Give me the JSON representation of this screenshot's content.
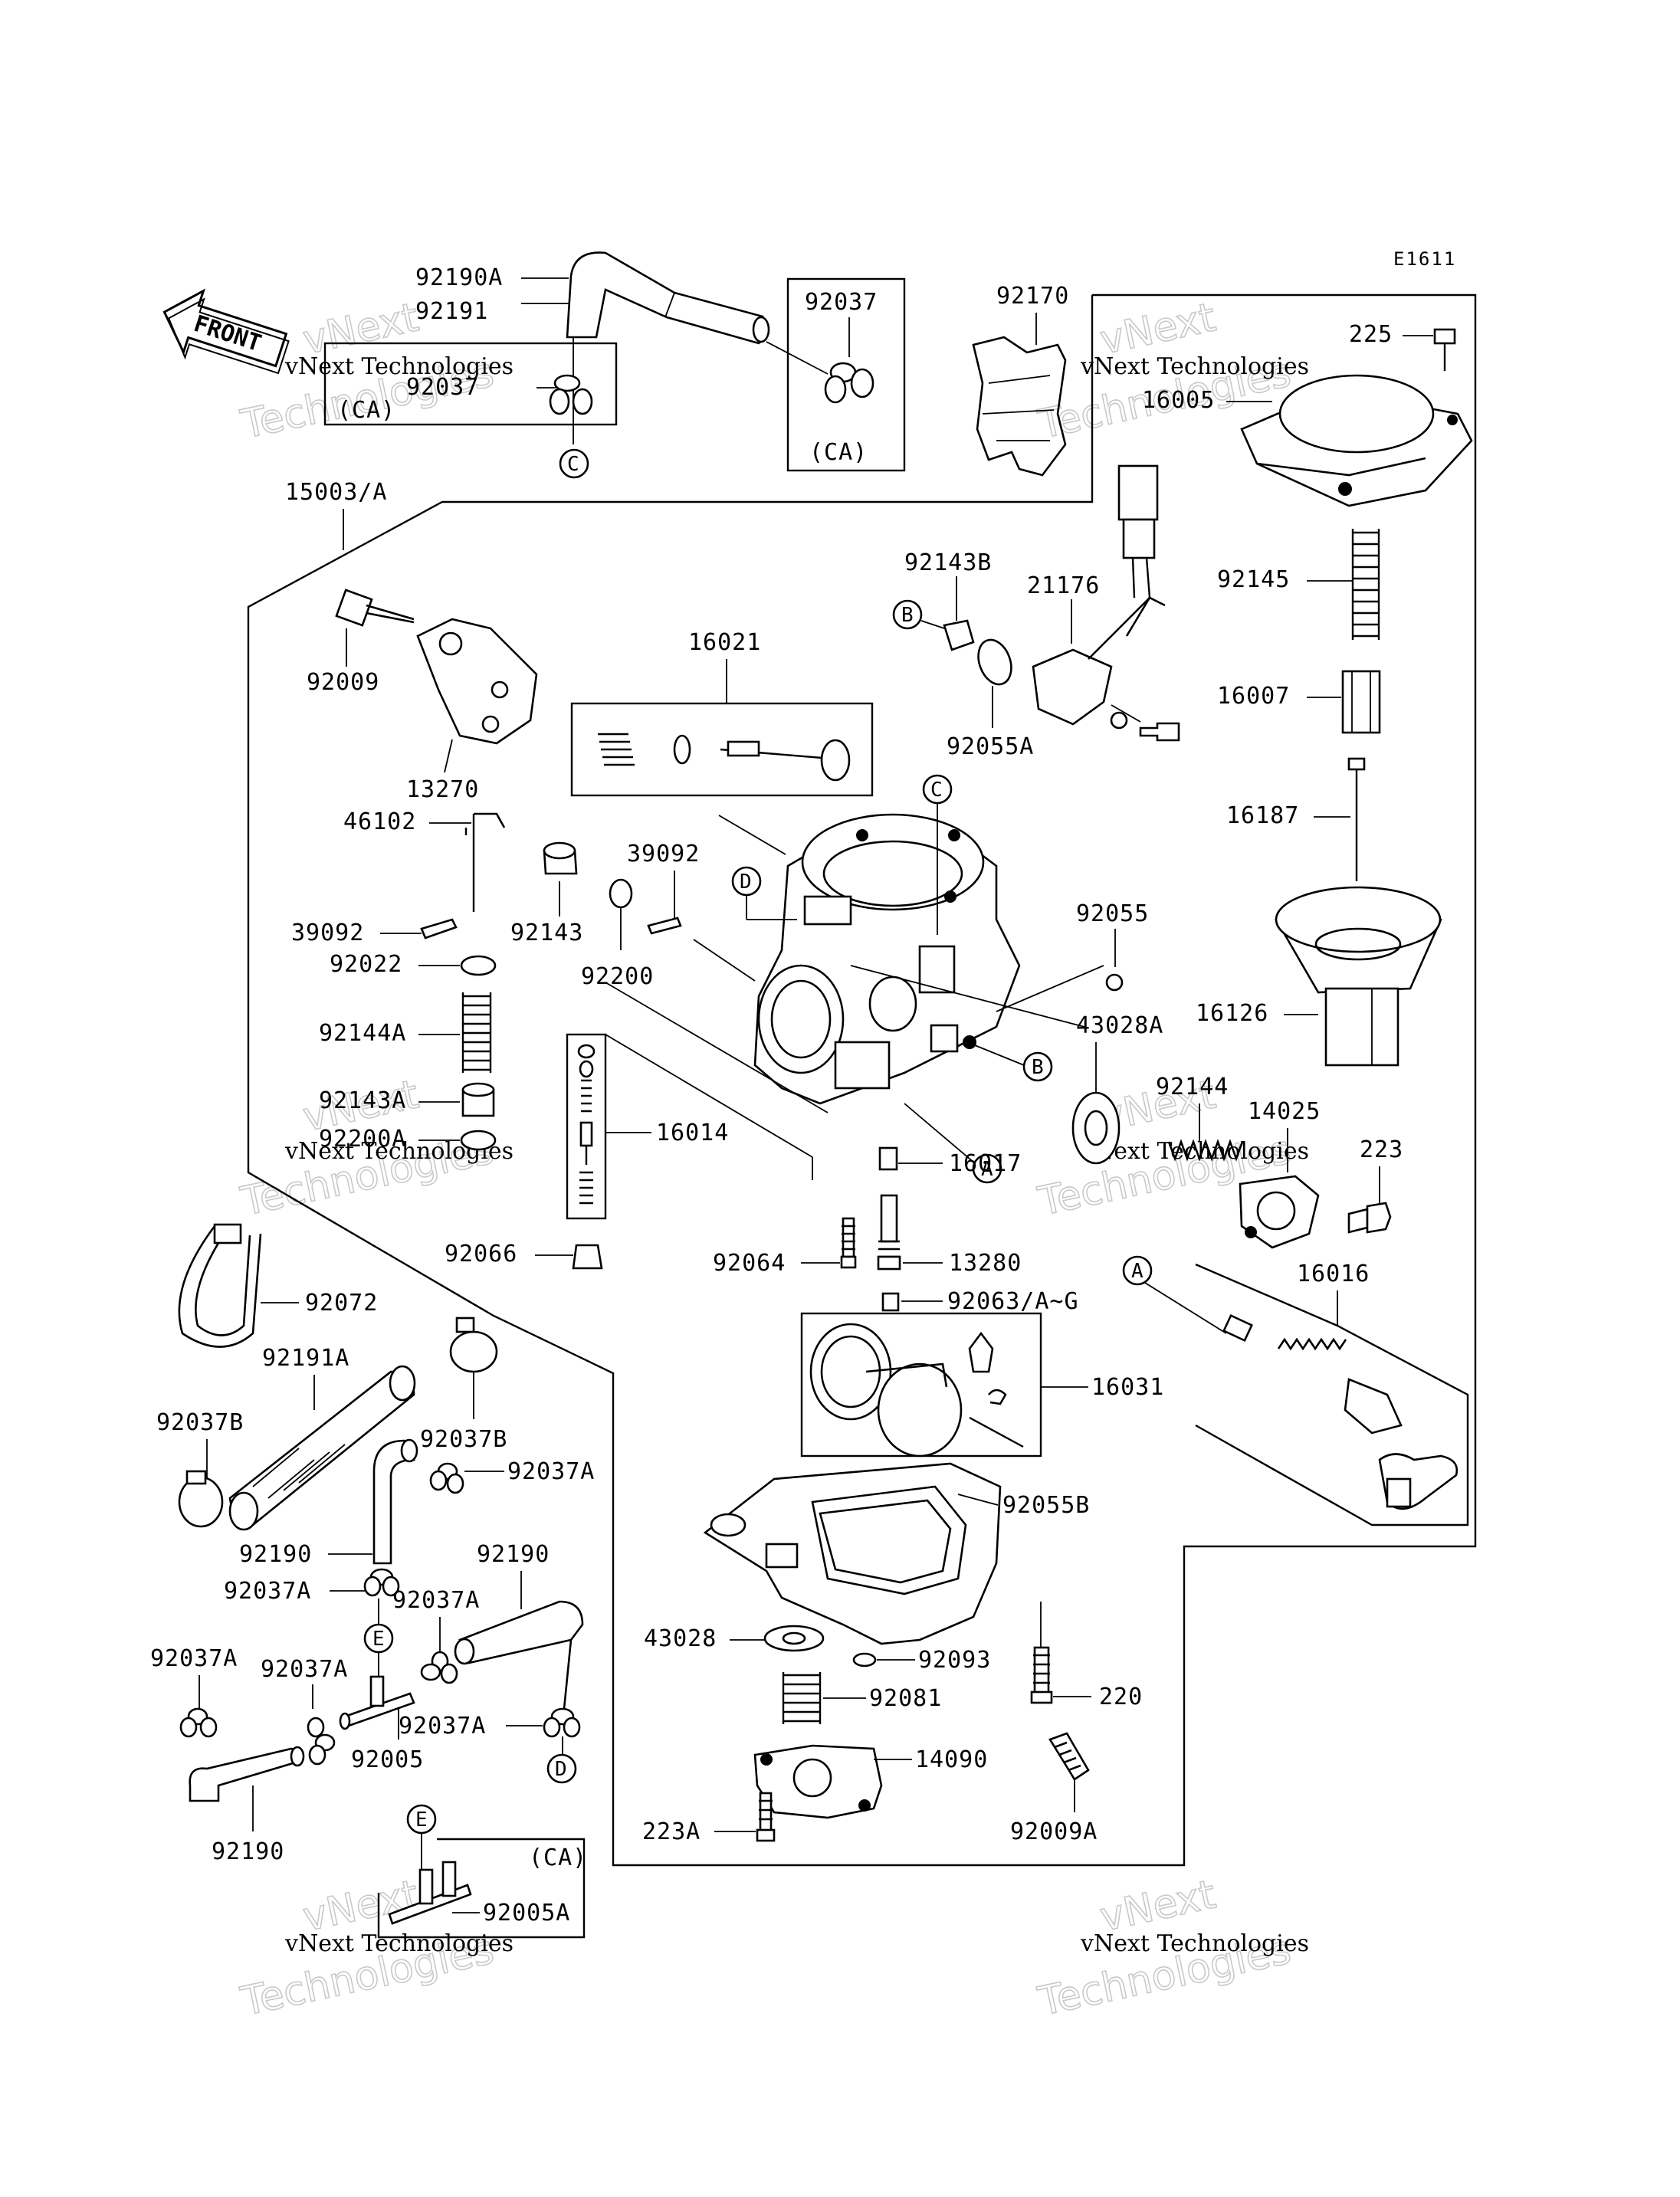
{
  "diagram_code": "E1611",
  "front_label": "FRONT",
  "part_labels": {
    "p92190A": "92190A",
    "p92191": "92191",
    "p92037": "92037",
    "p92037_ca_tag": "(CA)",
    "p92037_left": "92037",
    "p92037_left_ca_tag": "(CA)",
    "p92170": "92170",
    "p225": "225",
    "p16005": "16005",
    "p15003": "15003/A",
    "p92009": "92009",
    "p13270": "13270",
    "p16021": "16021",
    "p92143B": "92143B",
    "p21176": "21176",
    "p92055A": "92055A",
    "p92145": "92145",
    "p16007": "16007",
    "p16187": "16187",
    "p16126": "16126",
    "p46102": "46102",
    "p39092a": "39092",
    "p39092b": "39092",
    "p92143": "92143",
    "p92200": "92200",
    "p92055": "92055",
    "p92022": "92022",
    "p92144A": "92144A",
    "p43028A": "43028A",
    "p92143A": "92143A",
    "p92200A": "92200A",
    "p16014": "16014",
    "p92144": "92144",
    "p14025": "14025",
    "p223": "223",
    "p16017": "16017",
    "p92066": "92066",
    "p92064": "92064",
    "p13280": "13280",
    "p92072": "92072",
    "p92063": "92063/A~G",
    "p16016": "16016",
    "p92191A": "92191A",
    "p16031": "16031",
    "p92037B_a": "92037B",
    "p92037B_b": "92037B",
    "p92037A_a": "92037A",
    "p92055B": "92055B",
    "p92190_a": "92190",
    "p92190_b": "92190",
    "p92037A_b": "92037A",
    "p92037A_c": "92037A",
    "p92037A_d": "92037A",
    "p92037A_e": "92037A",
    "p92037A_f": "92037A",
    "p43028": "43028",
    "p92093": "92093",
    "p220": "220",
    "p92081": "92081",
    "p92005": "92005",
    "p14090": "14090",
    "p92190_c": "92190",
    "p223A": "223A",
    "p92009A": "92009A",
    "p92005A": "92005A",
    "p92005A_ca_tag": "(CA)"
  },
  "reference_markers": {
    "A": "A",
    "B": "B",
    "C": "C",
    "D": "D",
    "E": "E"
  },
  "watermark": {
    "line1": "vNext Technologies",
    "line2": "vNext",
    "line3": "Technologies"
  }
}
